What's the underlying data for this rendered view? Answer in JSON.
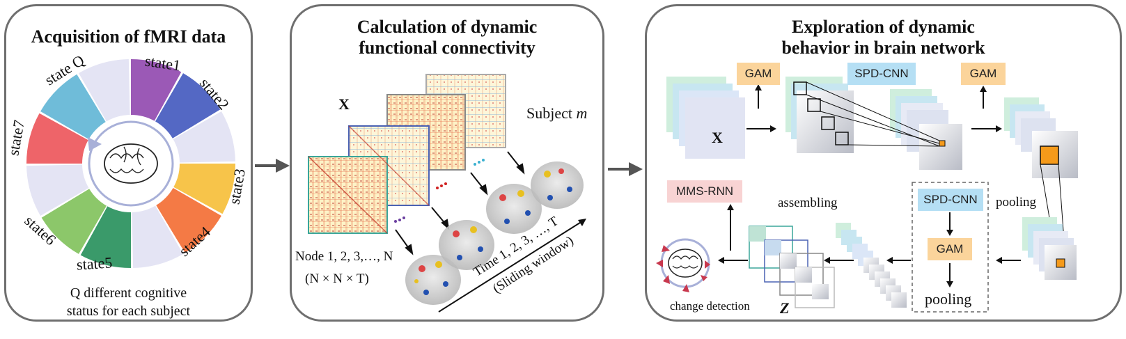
{
  "panel1": {
    "title": "Acquisition of fMRI data",
    "states": [
      "state Q",
      "state1",
      "state2",
      "state3",
      "state4",
      "state5",
      "state6",
      "state7"
    ],
    "caption_line1": "Q different cognitive",
    "caption_line2": "status for each subject",
    "colors": {
      "state1": "#9b59b6",
      "state2": "#5468c4",
      "state3": "#f7c44a",
      "state4": "#f47a45",
      "state5": "#3a9a6a",
      "state6": "#8cc76a",
      "state7": "#ee6469",
      "stateQ": "#6fbcd9",
      "gap": "#e4e4f4"
    }
  },
  "panel2": {
    "title_line1": "Calculation of dynamic",
    "title_line2": "functional connectivity",
    "x_label": "X",
    "subject_label": "Subject",
    "subject_var": "m",
    "node_label": "Node 1, 2, 3,…, N",
    "dims_label": "(N × N × T)",
    "time_label": "Time 1, 2, 3, …, T",
    "window_label": "(Sliding window)"
  },
  "panel3": {
    "title_line1": "Exploration of dynamic",
    "title_line2": "behavior in brain network",
    "gam_label": "GAM",
    "spdcnn_label": "SPD-CNN",
    "mmsrnn_label": "MMS-RNN",
    "pooling_label": "pooling",
    "assembling_label": "assembling",
    "change_detection_label": "change detection",
    "x_label": "X",
    "z_label": "Z",
    "colors": {
      "gam": "#fbd49b",
      "spdcnn": "#b5dff4",
      "mmsrnn": "#f8d3d3"
    }
  }
}
